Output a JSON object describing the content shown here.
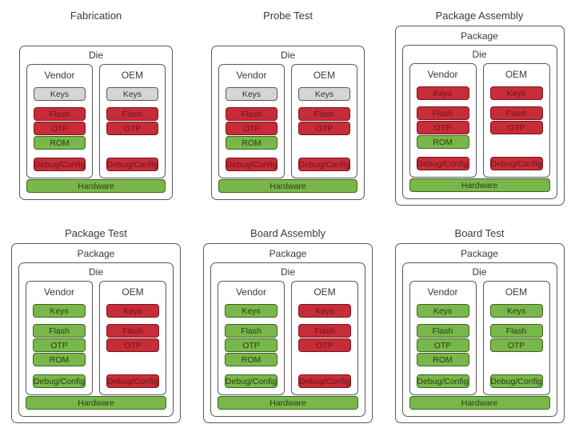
{
  "page": {
    "background": "#ffffff"
  },
  "colors": {
    "box_border": "#595959",
    "label_text": "#3a3a3a",
    "gray": "#d5d5d5",
    "gray_border": "#595959",
    "gray_text": "#333333",
    "red": "#c62d38",
    "red_border": "#7c151d",
    "red_text": "#6e1217",
    "green": "#79b74a",
    "green_border": "#3d6520",
    "green_text": "#283d16"
  },
  "labels": {
    "package": "Package",
    "die": "Die",
    "vendor": "Vendor",
    "oem": "OEM",
    "keys": "Keys",
    "flash": "Flash",
    "otp": "OTP",
    "rom": "ROM",
    "debug": "Debug/Config",
    "hardware": "Hardware"
  },
  "stages": [
    {
      "title": "Fabrication",
      "has_package": false,
      "vendor": {
        "keys": "gray",
        "flash": "red",
        "otp": "red",
        "rom": "green",
        "debug": "red"
      },
      "oem": {
        "keys": "gray",
        "flash": "red",
        "otp": "red",
        "rom": null,
        "debug": "red"
      },
      "hardware": "green"
    },
    {
      "title": "Probe Test",
      "has_package": false,
      "vendor": {
        "keys": "gray",
        "flash": "red",
        "otp": "red",
        "rom": "green",
        "debug": "red"
      },
      "oem": {
        "keys": "gray",
        "flash": "red",
        "otp": "red",
        "rom": null,
        "debug": "red"
      },
      "hardware": "green"
    },
    {
      "title": "Package Assembly",
      "has_package": true,
      "vendor": {
        "keys": "red",
        "flash": "red",
        "otp": "red",
        "rom": "green",
        "debug": "red"
      },
      "oem": {
        "keys": "red",
        "flash": "red",
        "otp": "red",
        "rom": null,
        "debug": "red"
      },
      "hardware": "green"
    },
    {
      "title": "Package Test",
      "has_package": true,
      "vendor": {
        "keys": "green",
        "flash": "green",
        "otp": "green",
        "rom": "green",
        "debug": "green"
      },
      "oem": {
        "keys": "red",
        "flash": "red",
        "otp": "red",
        "rom": null,
        "debug": "red"
      },
      "hardware": "green"
    },
    {
      "title": "Board Assembly",
      "has_package": true,
      "vendor": {
        "keys": "green",
        "flash": "green",
        "otp": "green",
        "rom": "green",
        "debug": "green"
      },
      "oem": {
        "keys": "red",
        "flash": "red",
        "otp": "red",
        "rom": null,
        "debug": "red"
      },
      "hardware": "green"
    },
    {
      "title": "Board Test",
      "has_package": true,
      "vendor": {
        "keys": "green",
        "flash": "green",
        "otp": "green",
        "rom": "green",
        "debug": "green"
      },
      "oem": {
        "keys": "green",
        "flash": "green",
        "otp": "green",
        "rom": null,
        "debug": "green"
      },
      "hardware": "green"
    }
  ]
}
